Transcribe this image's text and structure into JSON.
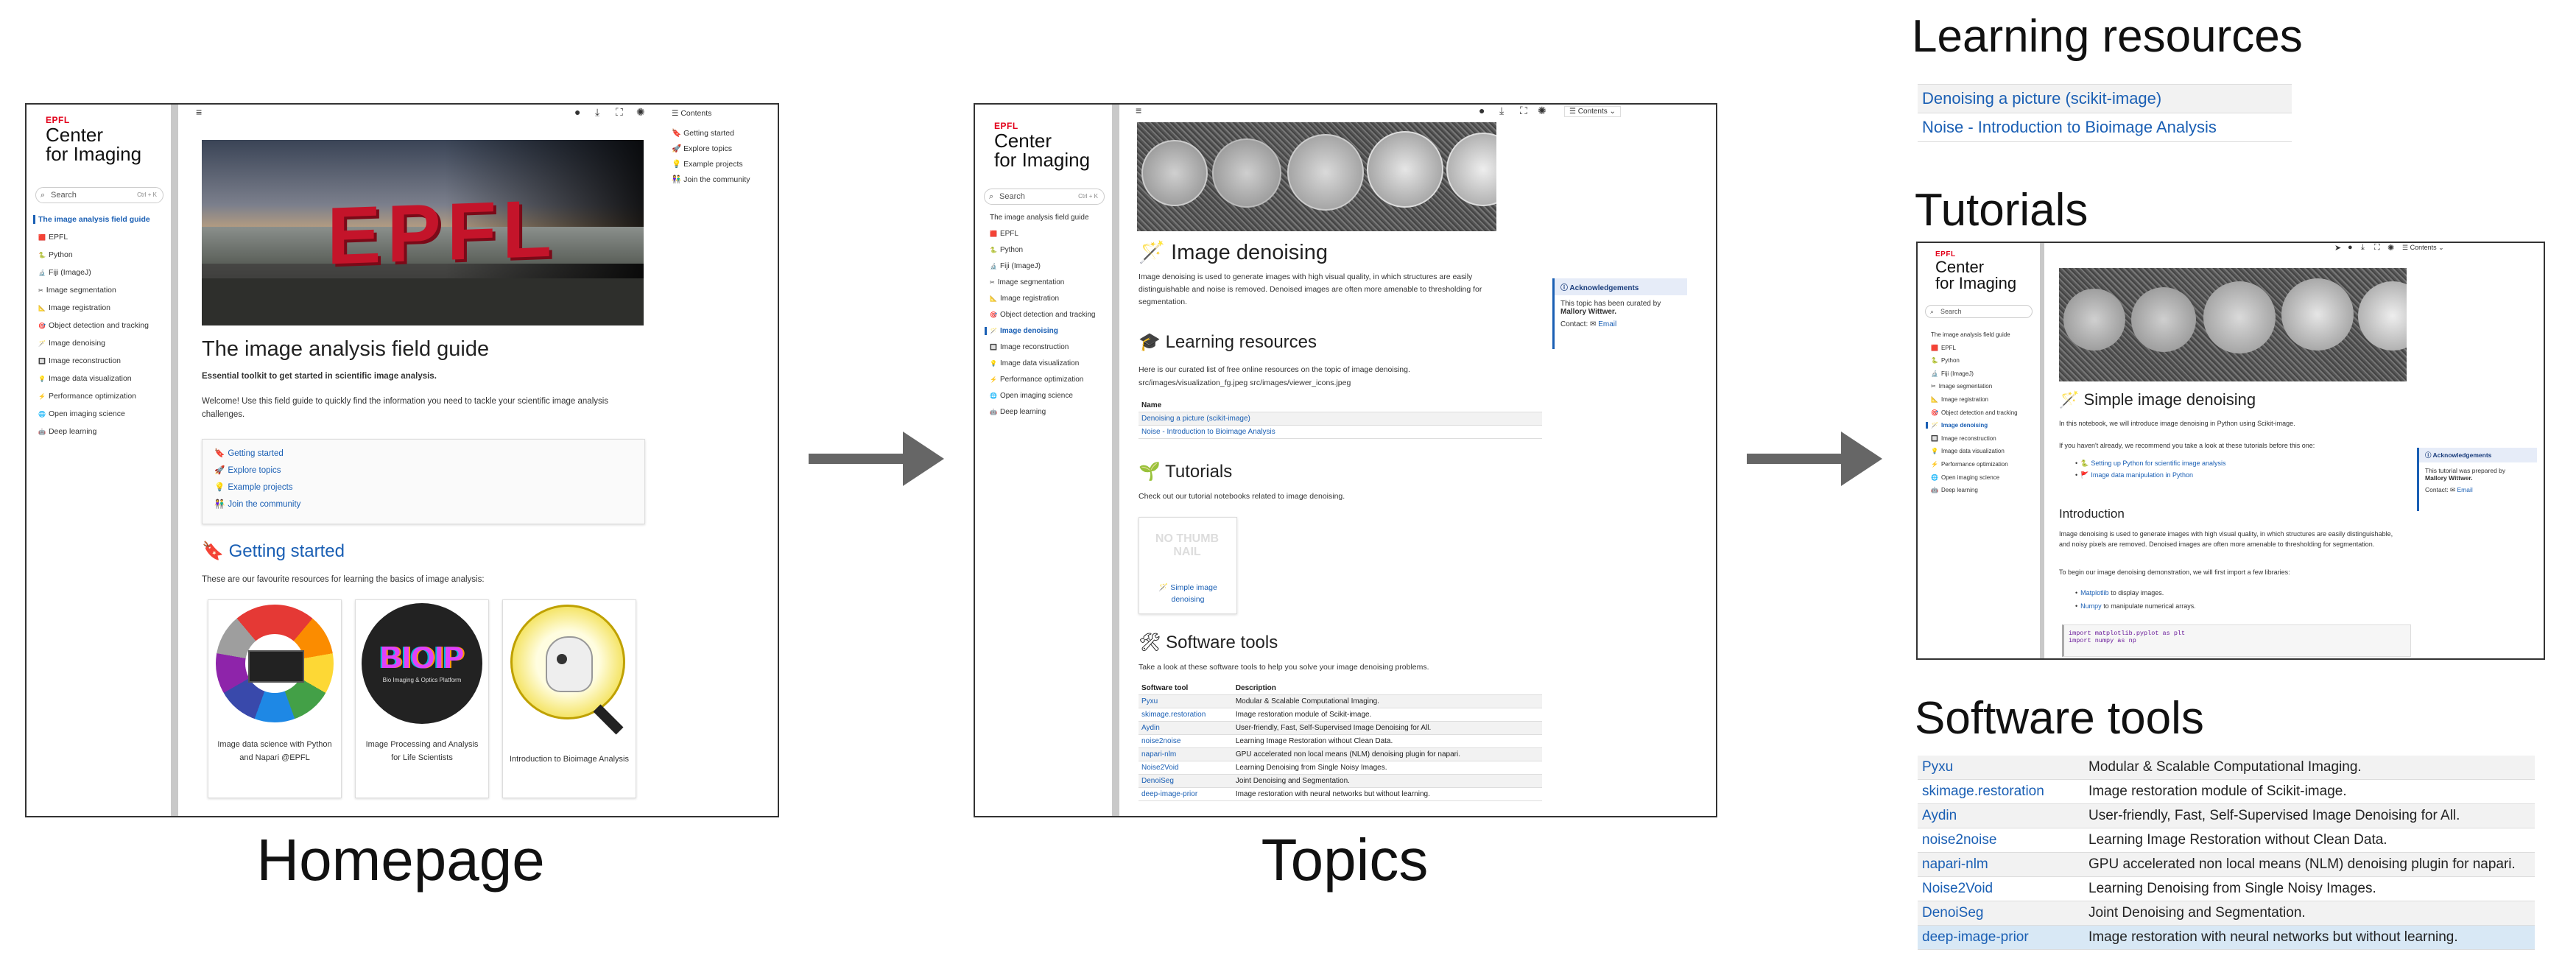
{
  "captions": {
    "homepage": "Homepage",
    "topics": "Topics",
    "learning_resources": "Learning resources",
    "tutorials": "Tutorials",
    "software_tools": "Software tools"
  },
  "colors": {
    "link": "#1a5fb4",
    "accent_red": "#e2001a",
    "arrow": "#666666"
  },
  "site": {
    "logo_small": "EPFL",
    "logo_line1": "Center",
    "logo_line2": "for Imaging",
    "search_placeholder": "Search",
    "search_shortcut": "Ctrl + K"
  },
  "homepage": {
    "nav_items": [
      "The image analysis field guide",
      "EPFL",
      "Python",
      "Fiji (ImageJ)",
      "Image segmentation",
      "Image registration",
      "Object detection and tracking",
      "Image denoising",
      "Image reconstruction",
      "Image data visualization",
      "Performance optimization",
      "Open imaging science",
      "Deep learning"
    ],
    "toc_title": "Contents",
    "toc_items": [
      "Getting started",
      "Explore topics",
      "Example projects",
      "Join the community"
    ],
    "hero_text": "EPFL",
    "title": "The image analysis field guide",
    "subtitle": "Essential toolkit to get started in scientific image analysis.",
    "welcome": "Welcome! Use this field guide to quickly find the information you need to tackle your scientific image analysis challenges.",
    "card_links": [
      "Getting started",
      "Explore topics",
      "Example projects",
      "Join the community"
    ],
    "section_title": "Getting started",
    "section_intro": "These are our favourite resources for learning the basics of image analysis:",
    "resources": [
      "Image data science with Python and Napari @EPFL",
      "Image Processing and Analysis for Life Scientists",
      "Introduction to Bioimage Analysis"
    ],
    "bioip_text": "BIOIP",
    "bioip_sub": "Bio Imaging & Optics Platform"
  },
  "topics": {
    "nav_items": [
      "The image analysis field guide",
      "EPFL",
      "Python",
      "Fiji (ImageJ)",
      "Image segmentation",
      "Image registration",
      "Object detection and tracking",
      "Image denoising",
      "Image reconstruction",
      "Image data visualization",
      "Performance optimization",
      "Open imaging science",
      "Deep learning"
    ],
    "contents_label": "Contents",
    "title": "Image denoising",
    "intro": "Image denoising is used to generate images with high visual quality, in which structures are easily distinguishable and noise is removed. Denoised images are often more amenable to thresholding for segmentation.",
    "ack_title": "Acknowledgements",
    "ack_text": "This topic has been curated by",
    "ack_name": "Mallory Wittwer.",
    "ack_contact": "Contact:",
    "ack_email": "Email",
    "lr_title": "Learning resources",
    "lr_intro": "Here is our curated list of free online resources on the topic of image denoising.",
    "lr_path": "src/images/visualization_fg.jpeg src/images/viewer_icons.jpeg",
    "lr_header": "Name",
    "tut_title": "Tutorials",
    "tut_intro": "Check out our tutorial notebooks related to image denoising.",
    "tut_thumb": "NO THUMB NAIL",
    "tut_link": "Simple image denoising",
    "sw_title": "Software tools",
    "sw_intro": "Take a look at these software tools to help you solve your image denoising problems.",
    "sw_header_tool": "Software tool",
    "sw_header_desc": "Description"
  },
  "learning_resources": [
    "Denoising a picture (scikit-image)",
    "Noise - Introduction to Bioimage Analysis"
  ],
  "software_tools": [
    {
      "tool": "Pyxu",
      "desc": "Modular & Scalable Computational Imaging."
    },
    {
      "tool": "skimage.restoration",
      "desc": "Image restoration module of Scikit-image."
    },
    {
      "tool": "Aydin",
      "desc": "User-friendly, Fast, Self-Supervised Image Denoising for All."
    },
    {
      "tool": "noise2noise",
      "desc": "Learning Image Restoration without Clean Data."
    },
    {
      "tool": "napari-nlm",
      "desc": "GPU accelerated non local means (NLM) denoising plugin for napari."
    },
    {
      "tool": "Noise2Void",
      "desc": "Learning Denoising from Single Noisy Images."
    },
    {
      "tool": "DenoiSeg",
      "desc": "Joint Denoising and Segmentation."
    },
    {
      "tool": "deep-image-prior",
      "desc": "Image restoration with neural networks but without learning."
    }
  ],
  "tutorial_page": {
    "contents_label": "Contents",
    "title": "Simple image denoising",
    "p1": "In this notebook, we will introduce image denoising in Python using Scikit-image.",
    "p2": "If you haven't already, we recommend you take a look at these tutorials before this one:",
    "prereqs": [
      "Setting up Python for scientific image analysis",
      "Image data manipulation in Python"
    ],
    "intro_title": "Introduction",
    "intro_text": "Image denoising is used to generate images with high visual quality, in which structures are easily distinguishable, and noisy pixels are removed. Denoised images are often more amenable to thresholding for segmentation.",
    "begin_text": "To begin our image denoising demonstration, we will first import a few libraries:",
    "libs": [
      {
        "name": "Matplotlib",
        "desc": "to display images."
      },
      {
        "name": "Numpy",
        "desc": "to manipulate numerical arrays."
      }
    ],
    "code_lines": [
      "import matplotlib.pyplot as plt",
      "import numpy as np"
    ],
    "ack_title": "Acknowledgements",
    "ack_text": "This tutorial was prepared by",
    "ack_name": "Mallory Wittwer.",
    "ack_contact": "Contact:",
    "ack_email": "Email"
  }
}
